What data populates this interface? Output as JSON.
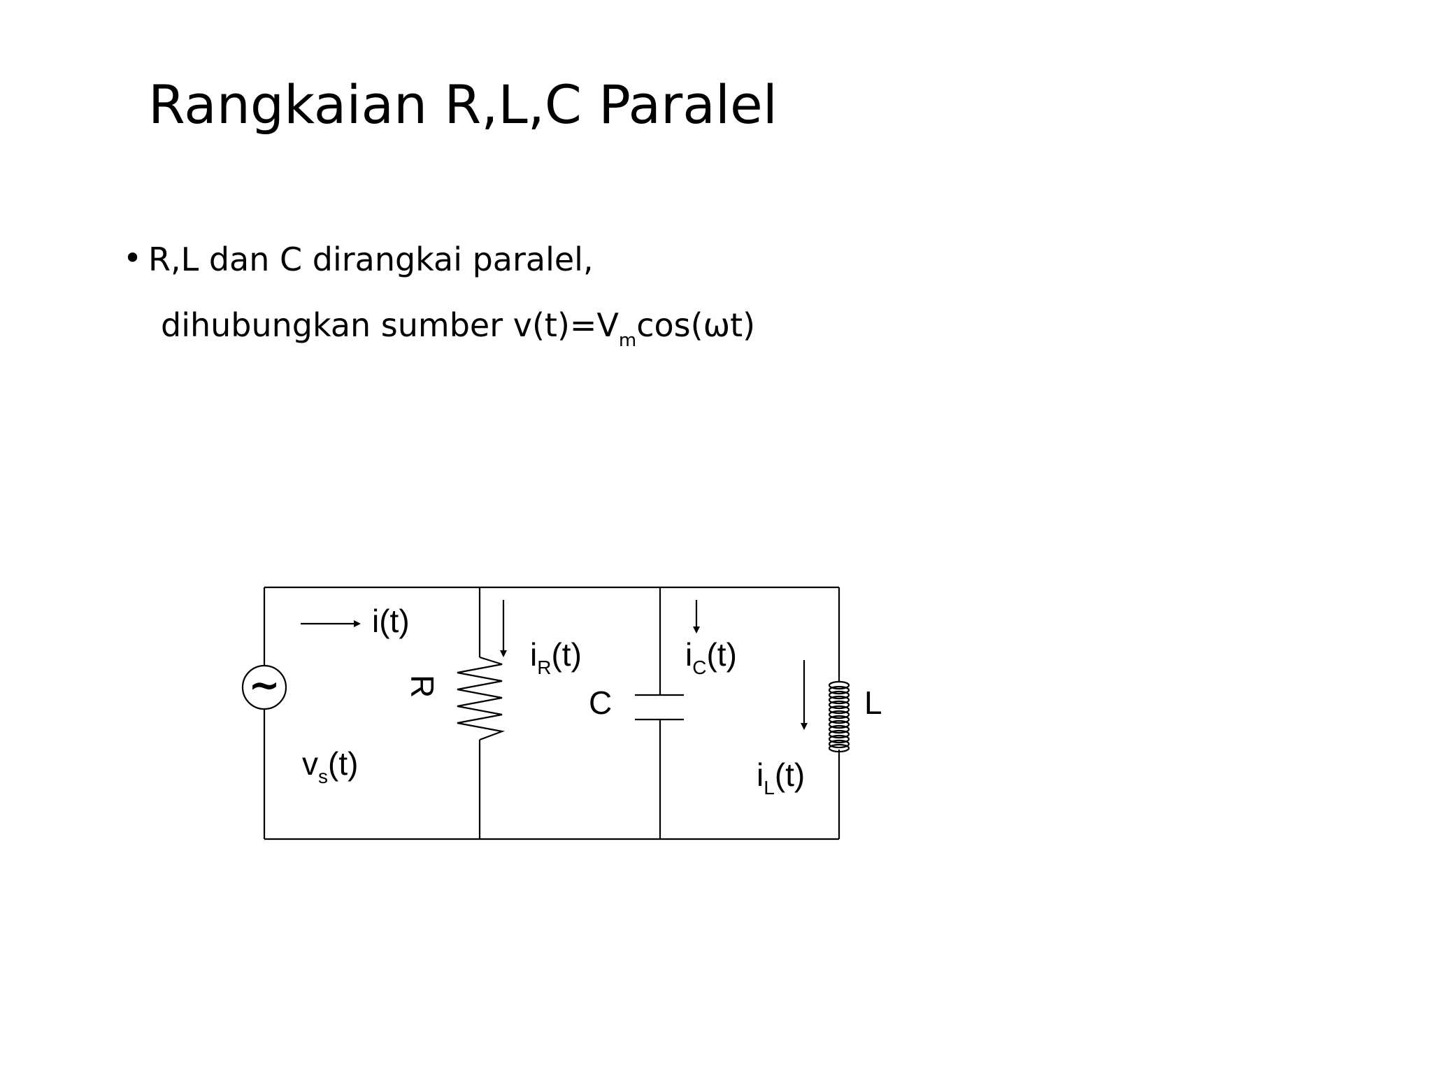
{
  "slide": {
    "title": "Rangkaian R,L,C Paralel",
    "bullet": {
      "symbol": "•",
      "line1": "R,L dan C  dirangkai paralel,",
      "line2_prefix": "dihubungkan sumber v(t)=V",
      "line2_sub": "m",
      "line2_suffix": "cos(ωt)"
    }
  },
  "circuit": {
    "source_symbol": "~",
    "labels": {
      "i_total": "i(t)",
      "resistor": "R",
      "capacitor": "C",
      "inductor": "L",
      "i_R_base": "i",
      "i_R_sub": "R",
      "i_R_tail": "(t)",
      "i_C_base": "i",
      "i_C_sub": "C",
      "i_C_tail": "(t)",
      "i_L_base": "i",
      "i_L_sub": "L",
      "i_L_tail": "(t)",
      "v_s_base": "v",
      "v_s_sub": "s",
      "v_s_tail": "(t)"
    },
    "line_color": "#000000"
  }
}
